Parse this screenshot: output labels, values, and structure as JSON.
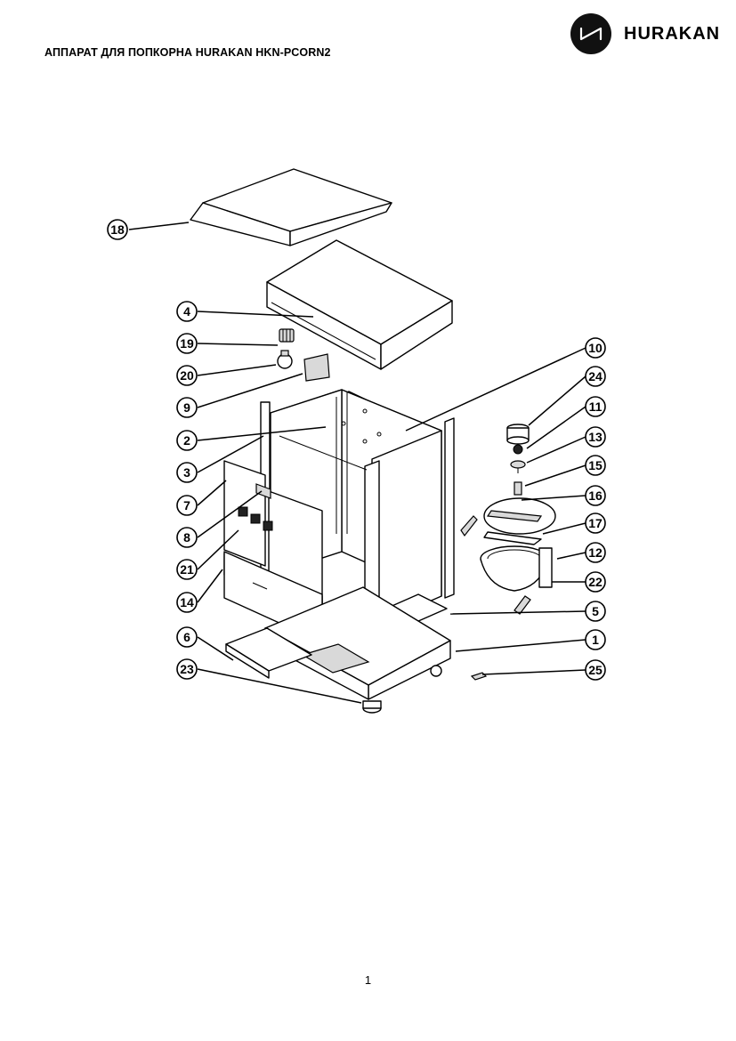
{
  "header": {
    "title": "АППАРАТ ДЛЯ ПОПКОРНА HURAKAN HKN-PCORN2",
    "brand_name": "HURAKAN",
    "brand_icon": "hurakan-logo-icon"
  },
  "diagram": {
    "callouts": {
      "c1": "1",
      "c2": "2",
      "c3": "3",
      "c4": "4",
      "c5": "5",
      "c6": "6",
      "c7": "7",
      "c8": "8",
      "c9": "9",
      "c10": "10",
      "c11": "11",
      "c12": "12",
      "c13": "13",
      "c14": "14",
      "c15": "15",
      "c16": "16",
      "c17": "17",
      "c18": "18",
      "c19": "19",
      "c20": "20",
      "c21": "21",
      "c22": "22",
      "c23": "23",
      "c24": "24",
      "c25": "25"
    }
  },
  "footer": {
    "page_number": "1"
  }
}
